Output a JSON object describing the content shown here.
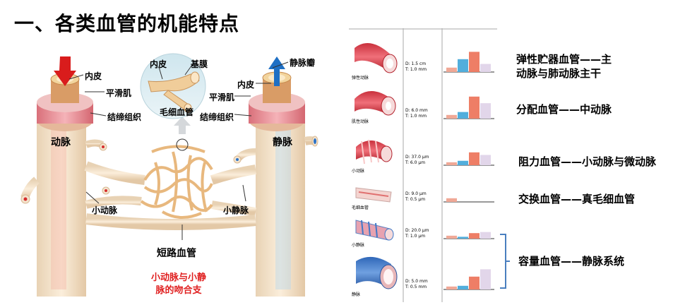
{
  "title": "一、各类血管的机能特点",
  "diagram_labels": {
    "intima_left": "内皮",
    "smooth_muscle_left": "平滑肌",
    "connective_left": "结缔组织",
    "artery": "动脉",
    "arteriole": "小动脉",
    "intima_top": "内皮",
    "basement": "基膜",
    "capillary": "毛细血管",
    "vein_valve": "静脉瓣",
    "intima_right": "内皮",
    "smooth_muscle_right": "平滑肌",
    "connective_right": "结缔组织",
    "vein": "静脉",
    "venule": "小静脉",
    "shunt": "短路血管",
    "shunt_note_line1": "小动脉与小静",
    "shunt_note_line2": "脉的吻合支"
  },
  "vessels": [
    {
      "name": "弹性动脉",
      "d": "D: 1.5 cm",
      "t": "T: 1.0 mm",
      "bars": [
        0.12,
        0.35,
        0.55,
        0.22
      ]
    },
    {
      "name": "肌性动脉",
      "d": "D: 6.0 mm",
      "t": "T: 1.0 mm",
      "bars": [
        0.1,
        0.18,
        0.6,
        0.42
      ]
    },
    {
      "name": "小动脉",
      "d": "D: 37.0 μm",
      "t": "T: 6.0 μm",
      "bars": [
        0.08,
        0.12,
        0.35,
        0.28
      ]
    },
    {
      "name": "毛细血管",
      "d": "D: 9.0 μm",
      "t": "T: 0.5 μm",
      "bars": [
        0.1,
        0,
        0,
        0
      ]
    },
    {
      "name": "小静脉",
      "d": "D: 20.0 μm",
      "t": "T: 1.0 μm",
      "bars": [
        0.08,
        0.05,
        0.15,
        0.18
      ]
    },
    {
      "name": "静脉",
      "d": "D: 5.0 mm",
      "t": "T: 0.5 mm",
      "bars": [
        0.08,
        0.1,
        0.35,
        0.55
      ]
    }
  ],
  "bar_colors": [
    "#f0a896",
    "#52aedc",
    "#ee7e66",
    "#e2d6ea"
  ],
  "functions": {
    "elastic_line1": "弹性贮器血管——主",
    "elastic_line2": "动脉与肺动脉主干",
    "distribution": "分配血管——中动脉",
    "resistance": "阻力血管——小动脉与微动脉",
    "exchange": "交换血管——真毛细血管",
    "capacitance": "容量血管——静脉系统"
  }
}
